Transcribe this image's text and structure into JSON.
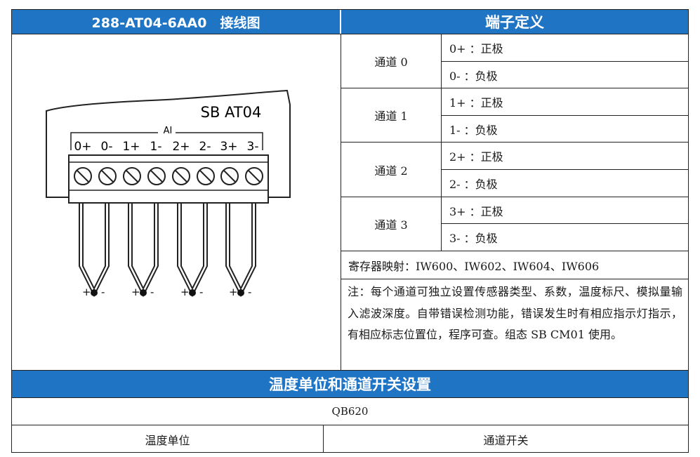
{
  "header": {
    "left_title": "288-AT04-6AA0　接线图",
    "right_title": "端子定义"
  },
  "module": {
    "name": "SB AT04",
    "group_label": "AI",
    "terminals": [
      "0+",
      "0-",
      "1+",
      "1-",
      "2+",
      "2-",
      "3+",
      "3-"
    ]
  },
  "channels": [
    {
      "label": "通道 0",
      "pos": "0+ ：正极",
      "neg": "0- ：负极"
    },
    {
      "label": "通道 1",
      "pos": "1+ ：正极",
      "neg": "1- ：负极"
    },
    {
      "label": "通道 2",
      "pos": "2+ ：正极",
      "neg": "2- ：负极"
    },
    {
      "label": "通道 3",
      "pos": "3+ ：正极",
      "neg": "3- ：负极"
    }
  ],
  "register_map": "寄存器映射：IW600、IW602、IW604、IW606",
  "note": "注：每个通道可独立设置传感器类型、系数，温度标尺、模拟量输入滤波深度。自带错误检测功能，错误发生时有相应指示灯指示，有相应标志位置位，程序可查。组态 SB CM01 使用。",
  "bottom": {
    "title": "温度单位和通道开关设置",
    "register": "QB620",
    "col_left": "温度单位",
    "col_right": "通道开关"
  },
  "colors": {
    "header_blue": "#1f74c4"
  }
}
